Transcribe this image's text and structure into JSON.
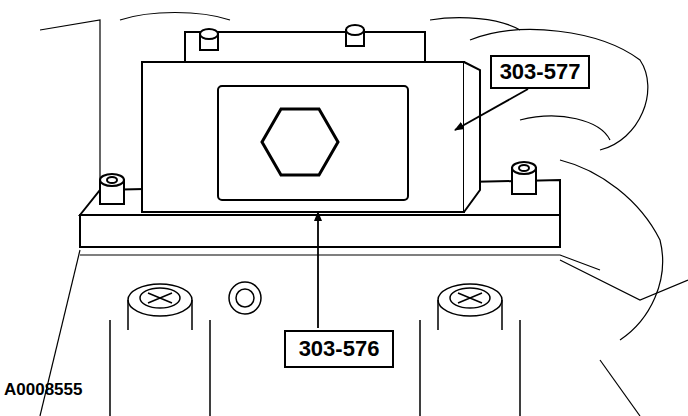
{
  "diagram": {
    "nodes": [
      {
        "text": [
          "303-577"
        ]
      },
      {
        "text": [
          "303-576"
        ]
      }
    ],
    "labels": [
      "A0008555"
    ]
  }
}
